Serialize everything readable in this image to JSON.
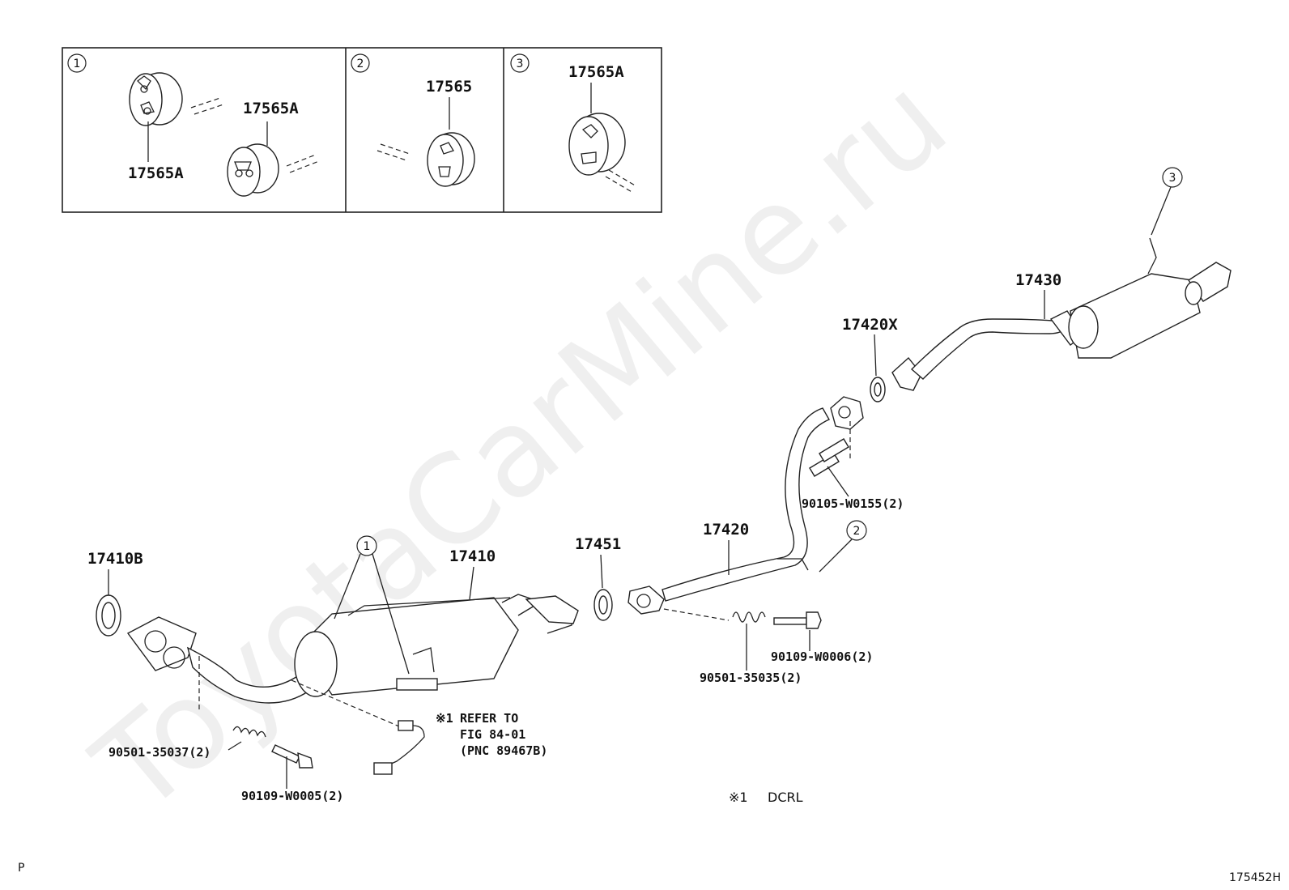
{
  "watermark": "ToyotaCarMine.ru",
  "insets": [
    {
      "num": "1",
      "labels": [
        "17565A",
        "17565A"
      ]
    },
    {
      "num": "2",
      "labels": [
        "17565"
      ]
    },
    {
      "num": "3",
      "labels": [
        "17565A"
      ]
    }
  ],
  "callouts": {
    "c1": "1",
    "c2": "2",
    "c3": "3"
  },
  "parts": {
    "p17410B": "17410B",
    "p17410": "17410",
    "p17451": "17451",
    "p17420": "17420",
    "p17420X": "17420X",
    "p17430": "17430",
    "p90105": "90105-W0155(2)",
    "p90109_6": "90109-W0006(2)",
    "p90501_35": "90501-35035(2)",
    "p90501_37": "90501-35037(2)",
    "p90109_5": "90109-W0005(2)"
  },
  "note": {
    "mark": "※1",
    "line1": "REFER TO",
    "line2": "FIG 84-01",
    "line3": "(PNC 89467B)"
  },
  "legend": {
    "mark": "※1",
    "text": "DCRL"
  },
  "footer": {
    "left": "P",
    "right": "175452H"
  }
}
